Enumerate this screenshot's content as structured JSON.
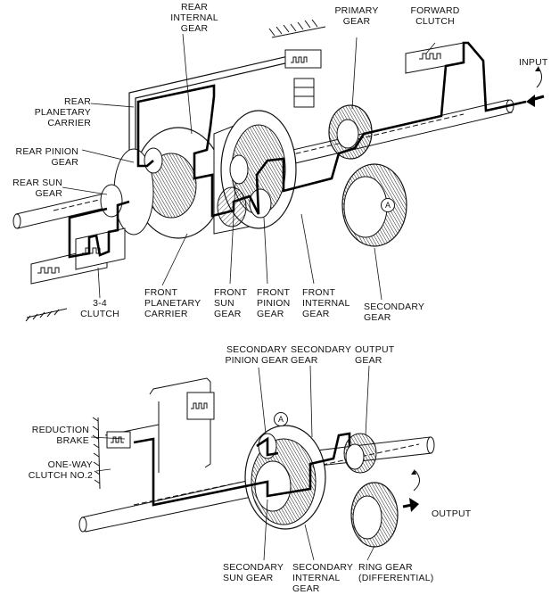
{
  "upper": {
    "labels": {
      "rear_internal_gear": "REAR\nINTERNAL\nGEAR",
      "primary_gear": "PRIMARY\nGEAR",
      "forward_clutch": "FORWARD\nCLUTCH",
      "input": "INPUT",
      "rear_planetary_carrier": "REAR\nPLANETARY\nCARRIER",
      "rear_pinion_gear": "REAR PINION\nGEAR",
      "rear_sun_gear": "REAR SUN\nGEAR",
      "clutch_3_4": "3-4\nCLUTCH",
      "front_planetary_carrier": "FRONT\nPLANETARY\nCARRIER",
      "front_sun_gear": "FRONT\nSUN\nGEAR",
      "front_pinion_gear": "FRONT\nPINION\nGEAR",
      "front_internal_gear": "FRONT\nINTERNAL\nGEAR",
      "secondary_gear": "SECONDARY\nGEAR"
    },
    "marker_a": "A"
  },
  "lower": {
    "labels": {
      "secondary_pinion_gear": "SECONDARY\nPINION GEAR",
      "secondary_gear": "SECONDARY\nGEAR",
      "output_gear": "OUTPUT\nGEAR",
      "reduction_brake": "REDUCTION\nBRAKE",
      "one_way_clutch_no2": "ONE-WAY\nCLUTCH NO.2",
      "output": "OUTPUT",
      "secondary_sun_gear": "SECONDARY\nSUN GEAR",
      "secondary_internal_gear": "SECONDARY\nINTERNAL\nGEAR",
      "ring_gear_differential": "RING GEAR\n(DIFFERENTIAL)"
    },
    "marker_a": "A"
  }
}
